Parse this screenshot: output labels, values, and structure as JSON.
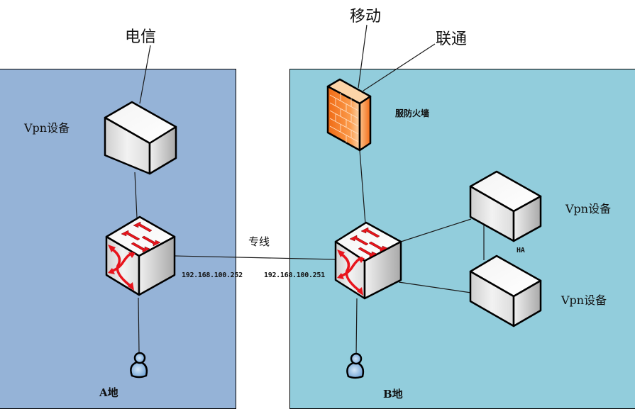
{
  "regions": {
    "site_a": {
      "label": "A地",
      "color": "#95b3d7"
    },
    "site_b": {
      "label": "B地",
      "color": "#92cddc"
    }
  },
  "isps": {
    "telecom": "电信",
    "mobile": "移动",
    "unicom": "联通"
  },
  "devices": {
    "vpn_a_label": "Vpn设备",
    "firewall_label": "服防火墙",
    "vpn_b1_label": "Vpn设备",
    "vpn_b2_label": "Vpn设备",
    "ha_label": "HA"
  },
  "links": {
    "leased_line_label": "专线",
    "switch_a_ip": "192.168.100.252",
    "switch_b_ip": "192.168.100.251"
  },
  "colors": {
    "switch_arrow": "#e8141c",
    "firewall": "#f47a26",
    "user_icon": "#7fb1e0"
  }
}
